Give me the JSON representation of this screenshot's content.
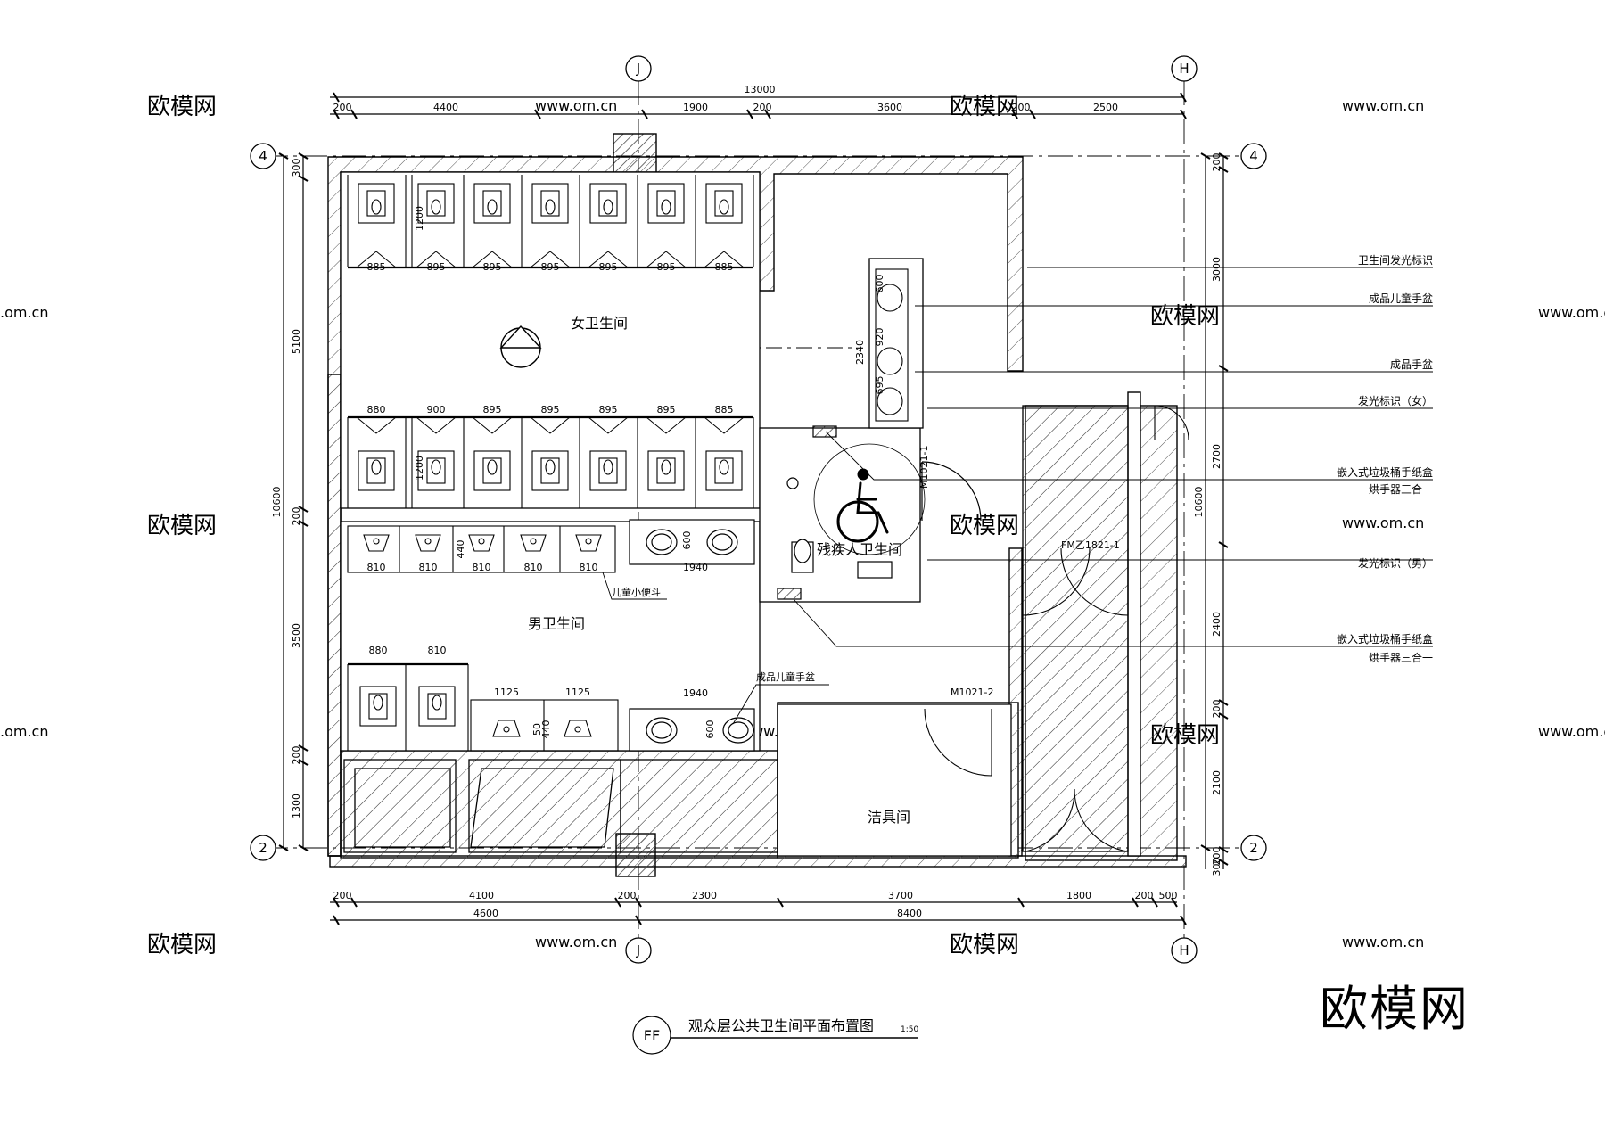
{
  "drawing": {
    "title": "观众层公共卫生间平面布置图",
    "scale": "1:50",
    "sheet_tag": "FF"
  },
  "axes": {
    "col_left": "J",
    "col_right": "H",
    "row_top": "4",
    "row_bottom": "2"
  },
  "dims": {
    "top_total": "13000",
    "top": [
      "200",
      "4400",
      "1900",
      "200",
      "3600",
      "200",
      "2500"
    ],
    "bottom_row1": [
      "200",
      "4100",
      "200",
      "2300",
      "3700",
      "1800",
      "200",
      "500"
    ],
    "bottom_row2": [
      "4600",
      "8400"
    ],
    "left_total": "10600",
    "left": [
      "300",
      "5100",
      "200",
      "3500",
      "200",
      "1300"
    ],
    "right_total": "10600",
    "right": [
      "200",
      "3000",
      "2700",
      "2400",
      "200",
      "2100",
      "200",
      "300"
    ],
    "women_top_stalls": [
      "885",
      "895",
      "895",
      "895",
      "895",
      "895",
      "885"
    ],
    "women_bottom_stalls": [
      "880",
      "900",
      "895",
      "895",
      "895",
      "895",
      "885"
    ],
    "stall_depth": "1200",
    "kids_urinals": [
      "810",
      "810",
      "810",
      "810",
      "810"
    ],
    "kids_urinal_depth": "440",
    "sink_width": "1940",
    "sink_depth": "600",
    "basin_column": [
      "600",
      "920",
      "695"
    ],
    "basin_column_len": "2340",
    "men_stalls": [
      "880",
      "810"
    ],
    "men_urinals": [
      "1125",
      "1125"
    ],
    "men_urinal_depth": "440",
    "men_urinal_gap": "50"
  },
  "rooms": {
    "women": "女卫生间",
    "men": "男卫生间",
    "accessible": "残疾人卫生间",
    "janitor": "洁具间"
  },
  "tags": {
    "door_accessible": "M1021-1",
    "door_janitor": "M1021-2",
    "door_fire": "FM乙1821-1",
    "kids_urinal": "儿童小便斗",
    "kids_basin": "成品儿童手盆"
  },
  "callouts": [
    "卫生间发光标识",
    "成品儿童手盆",
    "成品手盆",
    "发光标识（女）",
    "嵌入式垃圾桶手纸盒",
    "烘手器三合一",
    "发光标识（男）",
    "嵌入式垃圾桶手纸盒",
    "烘手器三合一"
  ],
  "watermark": {
    "brand": "欧模网",
    "site": "www.om.cn",
    "site_short": ".om.cn"
  }
}
